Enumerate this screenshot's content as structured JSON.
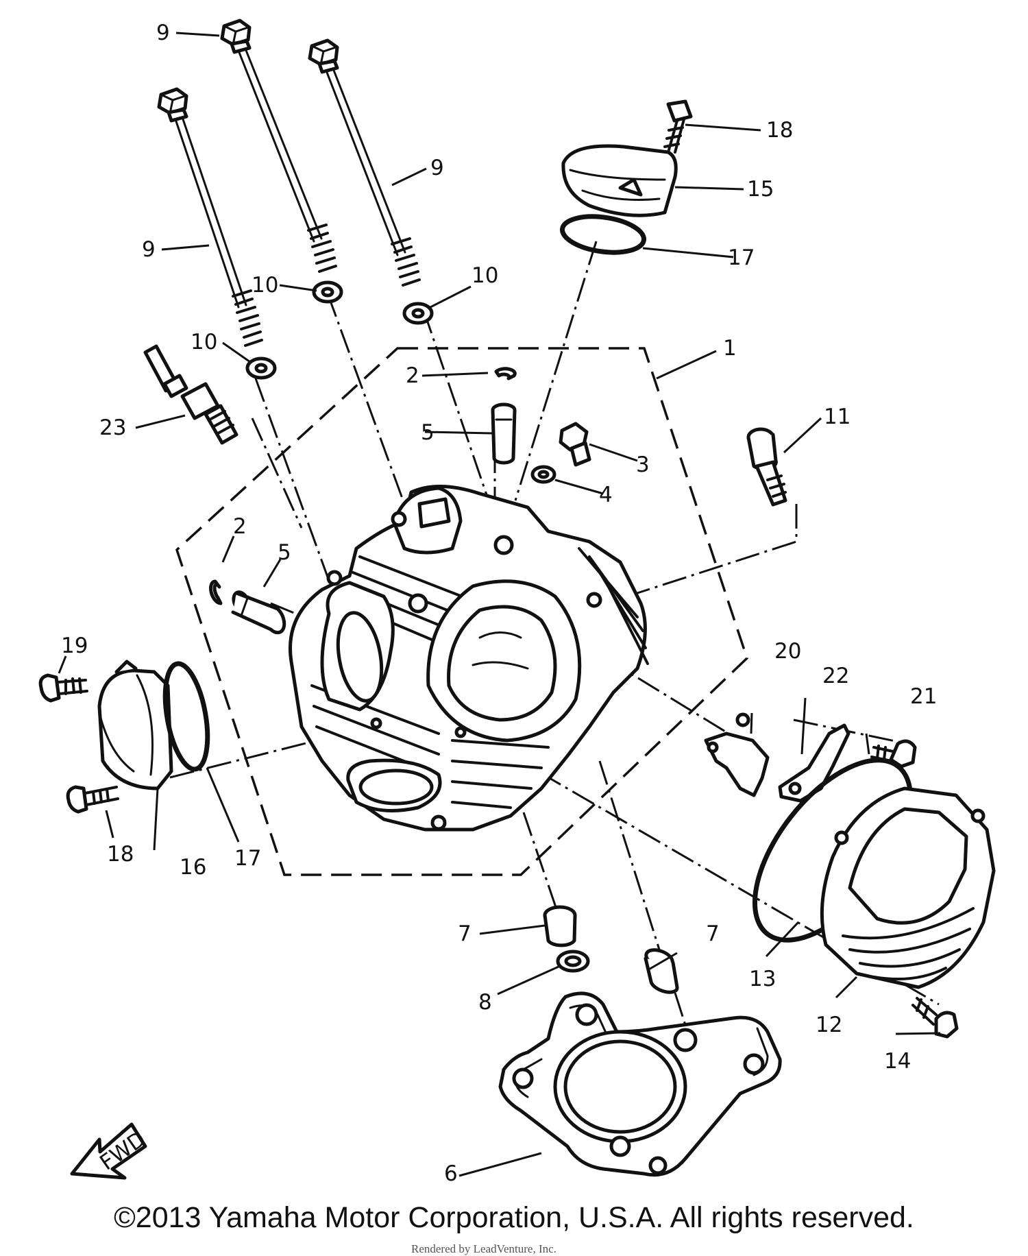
{
  "diagram": {
    "callouts": [
      {
        "id": "c9a",
        "text": "9"
      },
      {
        "id": "c9b",
        "text": "9"
      },
      {
        "id": "c9c",
        "text": "9"
      },
      {
        "id": "c10a",
        "text": "10"
      },
      {
        "id": "c10b",
        "text": "10"
      },
      {
        "id": "c10c",
        "text": "10"
      },
      {
        "id": "c1",
        "text": "1"
      },
      {
        "id": "c2a",
        "text": "2"
      },
      {
        "id": "c2b",
        "text": "2"
      },
      {
        "id": "c5a",
        "text": "5"
      },
      {
        "id": "c5b",
        "text": "5"
      },
      {
        "id": "c3",
        "text": "3"
      },
      {
        "id": "c4",
        "text": "4"
      },
      {
        "id": "c11",
        "text": "11"
      },
      {
        "id": "c23",
        "text": "23"
      },
      {
        "id": "c18a",
        "text": "18"
      },
      {
        "id": "c15",
        "text": "15"
      },
      {
        "id": "c17a",
        "text": "17"
      },
      {
        "id": "c19",
        "text": "19"
      },
      {
        "id": "c18b",
        "text": "18"
      },
      {
        "id": "c16",
        "text": "16"
      },
      {
        "id": "c17b",
        "text": "17"
      },
      {
        "id": "c20",
        "text": "20"
      },
      {
        "id": "c22",
        "text": "22"
      },
      {
        "id": "c21",
        "text": "21"
      },
      {
        "id": "c13",
        "text": "13"
      },
      {
        "id": "c12",
        "text": "12"
      },
      {
        "id": "c14",
        "text": "14"
      },
      {
        "id": "c7a",
        "text": "7"
      },
      {
        "id": "c7b",
        "text": "7"
      },
      {
        "id": "c8",
        "text": "8"
      },
      {
        "id": "c6",
        "text": "6"
      }
    ],
    "fwd_label": "FWD"
  },
  "footer": {
    "copyright": "©2013 Yamaha Motor Corporation, U.S.A. All rights reserved.",
    "watermark": "Rendered by LeadVenture, Inc."
  }
}
